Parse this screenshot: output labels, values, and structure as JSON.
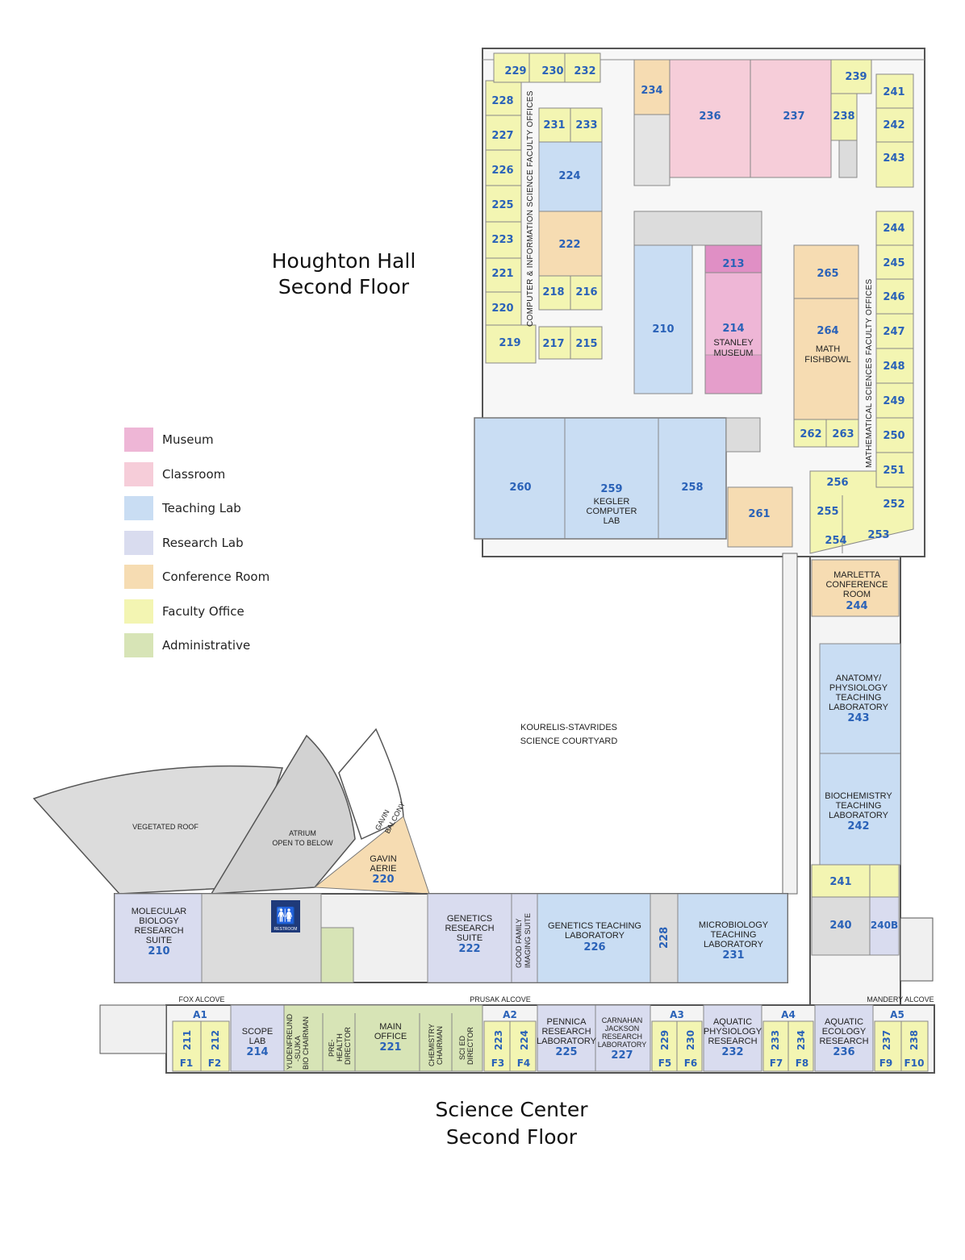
{
  "titles": {
    "houghton_line1": "Houghton Hall",
    "houghton_line2": "Second Floor",
    "science_line1": "Science Center",
    "science_line2": "Second Floor"
  },
  "legend": [
    {
      "label": "Museum",
      "color": "#eeb6d6"
    },
    {
      "label": "Classroom",
      "color": "#f6cdd9"
    },
    {
      "label": "Teaching Lab",
      "color": "#c9ddf3"
    },
    {
      "label": "Research Lab",
      "color": "#d9dcef"
    },
    {
      "label": "Conference Room",
      "color": "#f6dcb2"
    },
    {
      "label": "Faculty Office",
      "color": "#f3f5b2"
    },
    {
      "label": "Administrative",
      "color": "#d7e4b6"
    }
  ],
  "colors": {
    "museum": "#eeb6d6",
    "classroom": "#f6cdd9",
    "teaching_lab": "#c9ddf3",
    "research_lab": "#d9dcef",
    "conference": "#f6dcb2",
    "faculty": "#f3f5b2",
    "admin": "#d7e4b6",
    "service": "#dcdcdc",
    "room_number": "#2a62b8"
  },
  "courtyard": {
    "line1": "KOURELIS-STAVRIDES",
    "line2": "SCIENCE COURTYARD"
  },
  "houghton": {
    "cis_offices_label": "COMPUTER & INFORMATION SCIENCE FACULTY OFFICES",
    "math_offices_label": "MATHEMATICAL SCIENCES FACULTY OFFICES",
    "rooms": {
      "r229": "229",
      "r230": "230",
      "r232": "232",
      "r228": "228",
      "r227": "227",
      "r226": "226",
      "r225": "225",
      "r223": "223",
      "r221": "221",
      "r220": "220",
      "r219": "219",
      "r231": "231",
      "r233": "233",
      "r224": "224",
      "r222": "222",
      "r218": "218",
      "r216": "216",
      "r217": "217",
      "r215": "215",
      "r234": "234",
      "r236": "236",
      "r237": "237",
      "r239": "239",
      "r238": "238",
      "r241": "241",
      "r242": "242",
      "r243": "243",
      "r244": "244",
      "r245": "245",
      "r246": "246",
      "r247": "247",
      "r248": "248",
      "r249": "249",
      "r250": "250",
      "r251": "251",
      "r252": "252",
      "r253": "253",
      "r254": "254",
      "r255": "255",
      "r256": "256",
      "r213": "213",
      "r210": "210",
      "r214": "214",
      "r265": "265",
      "r264": "264",
      "r262": "262",
      "r263": "263",
      "r260": "260",
      "r259": "259",
      "r258": "258",
      "r261": "261"
    },
    "stanley_1": "STANLEY",
    "stanley_2": "MUSEUM",
    "math_fishbowl_1": "MATH",
    "math_fishbowl_2": "FISHBOWL",
    "kegler_1": "KEGLER",
    "kegler_2": "COMPUTER",
    "kegler_3": "LAB"
  },
  "science": {
    "marletta": {
      "l1": "MARLETTA",
      "l2": "CONFERENCE",
      "l3": "ROOM",
      "num": "244"
    },
    "anatomy": {
      "l1": "ANATOMY/",
      "l2": "PHYSIOLOGY",
      "l3": "TEACHING",
      "l4": "LABORATORY",
      "num": "243"
    },
    "biochem": {
      "l1": "BIOCHEMISTRY",
      "l2": "TEACHING",
      "l3": "LABORATORY",
      "num": "242"
    },
    "r241": "241",
    "r240": "240",
    "r240b": "240B",
    "vegetated_roof": "VEGETATED ROOF",
    "atrium": {
      "l1": "ATRIUM",
      "l2": "OPEN TO BELOW"
    },
    "gavin_balcony": {
      "l1": "GAVIN",
      "l2": "BALCONY"
    },
    "gavin_aerie": {
      "l1": "GAVIN",
      "l2": "AERIE",
      "num": "220"
    },
    "molecular": {
      "l1": "MOLECULAR",
      "l2": "BIOLOGY",
      "l3": "RESEARCH",
      "l4": "SUITE",
      "num": "210"
    },
    "restroom": "RESTROOM",
    "genetics_suite": {
      "l1": "GENETICS",
      "l2": "RESEARCH",
      "l3": "SUITE",
      "num": "222"
    },
    "good_family": {
      "l1": "GOOD FAMILY",
      "l2": "IMAGING SUITE"
    },
    "genetics_teaching": {
      "l1": "GENETICS TEACHING",
      "l2": "LABORATORY",
      "num": "226"
    },
    "r228": "228",
    "microbiology": {
      "l1": "MICROBIOLOGY",
      "l2": "TEACHING",
      "l3": "LABORATORY",
      "num": "231"
    },
    "fox_alcove": "FOX ALCOVE",
    "prusak_alcove": "PRUSAK ALCOVE",
    "mandery_alcove": "MANDERY ALCOVE",
    "a1": "A1",
    "a2": "A2",
    "a3": "A3",
    "a4": "A4",
    "a5": "A5",
    "r211": "211",
    "r212": "212",
    "f1": "F1",
    "f2": "F2",
    "scope_lab": {
      "l1": "SCOPE",
      "l2": "LAB",
      "num": "214"
    },
    "yudenfreund": {
      "l1": "YUDENFREUND",
      "l2": "-SUJKA",
      "l3": "BIO CHAIRMAN"
    },
    "pre_health": {
      "l1": "PRE-",
      "l2": "HEALTH",
      "l3": "DIRECTOR"
    },
    "main_office": {
      "l1": "MAIN",
      "l2": "OFFICE",
      "num": "221"
    },
    "chemistry": {
      "l1": "CHEMISTRY",
      "l2": "CHAIRMAN"
    },
    "sced": {
      "l1": "SCI ED",
      "l2": "DIRECTOR"
    },
    "r223": "223",
    "r224": "224",
    "f3": "F3",
    "f4": "F4",
    "pennica": {
      "l1": "PENNICA",
      "l2": "RESEARCH",
      "l3": "LABORATORY",
      "num": "225"
    },
    "carnahan": {
      "l1": "CARNAHAN",
      "l2": "JACKSON",
      "l3": "RESEARCH",
      "l4": "LABORATORY",
      "num": "227"
    },
    "r229": "229",
    "r230": "230",
    "f5": "F5",
    "f6": "F6",
    "aquatic_phys": {
      "l1": "AQUATIC",
      "l2": "PHYSIOLOGY",
      "l3": "RESEARCH",
      "num": "232"
    },
    "r233": "233",
    "r234": "234",
    "f7": "F7",
    "f8": "F8",
    "aquatic_eco": {
      "l1": "AQUATIC",
      "l2": "ECOLOGY",
      "l3": "RESEARCH",
      "num": "236"
    },
    "r237": "237",
    "r238": "238",
    "f9": "F9",
    "f10": "F10"
  }
}
